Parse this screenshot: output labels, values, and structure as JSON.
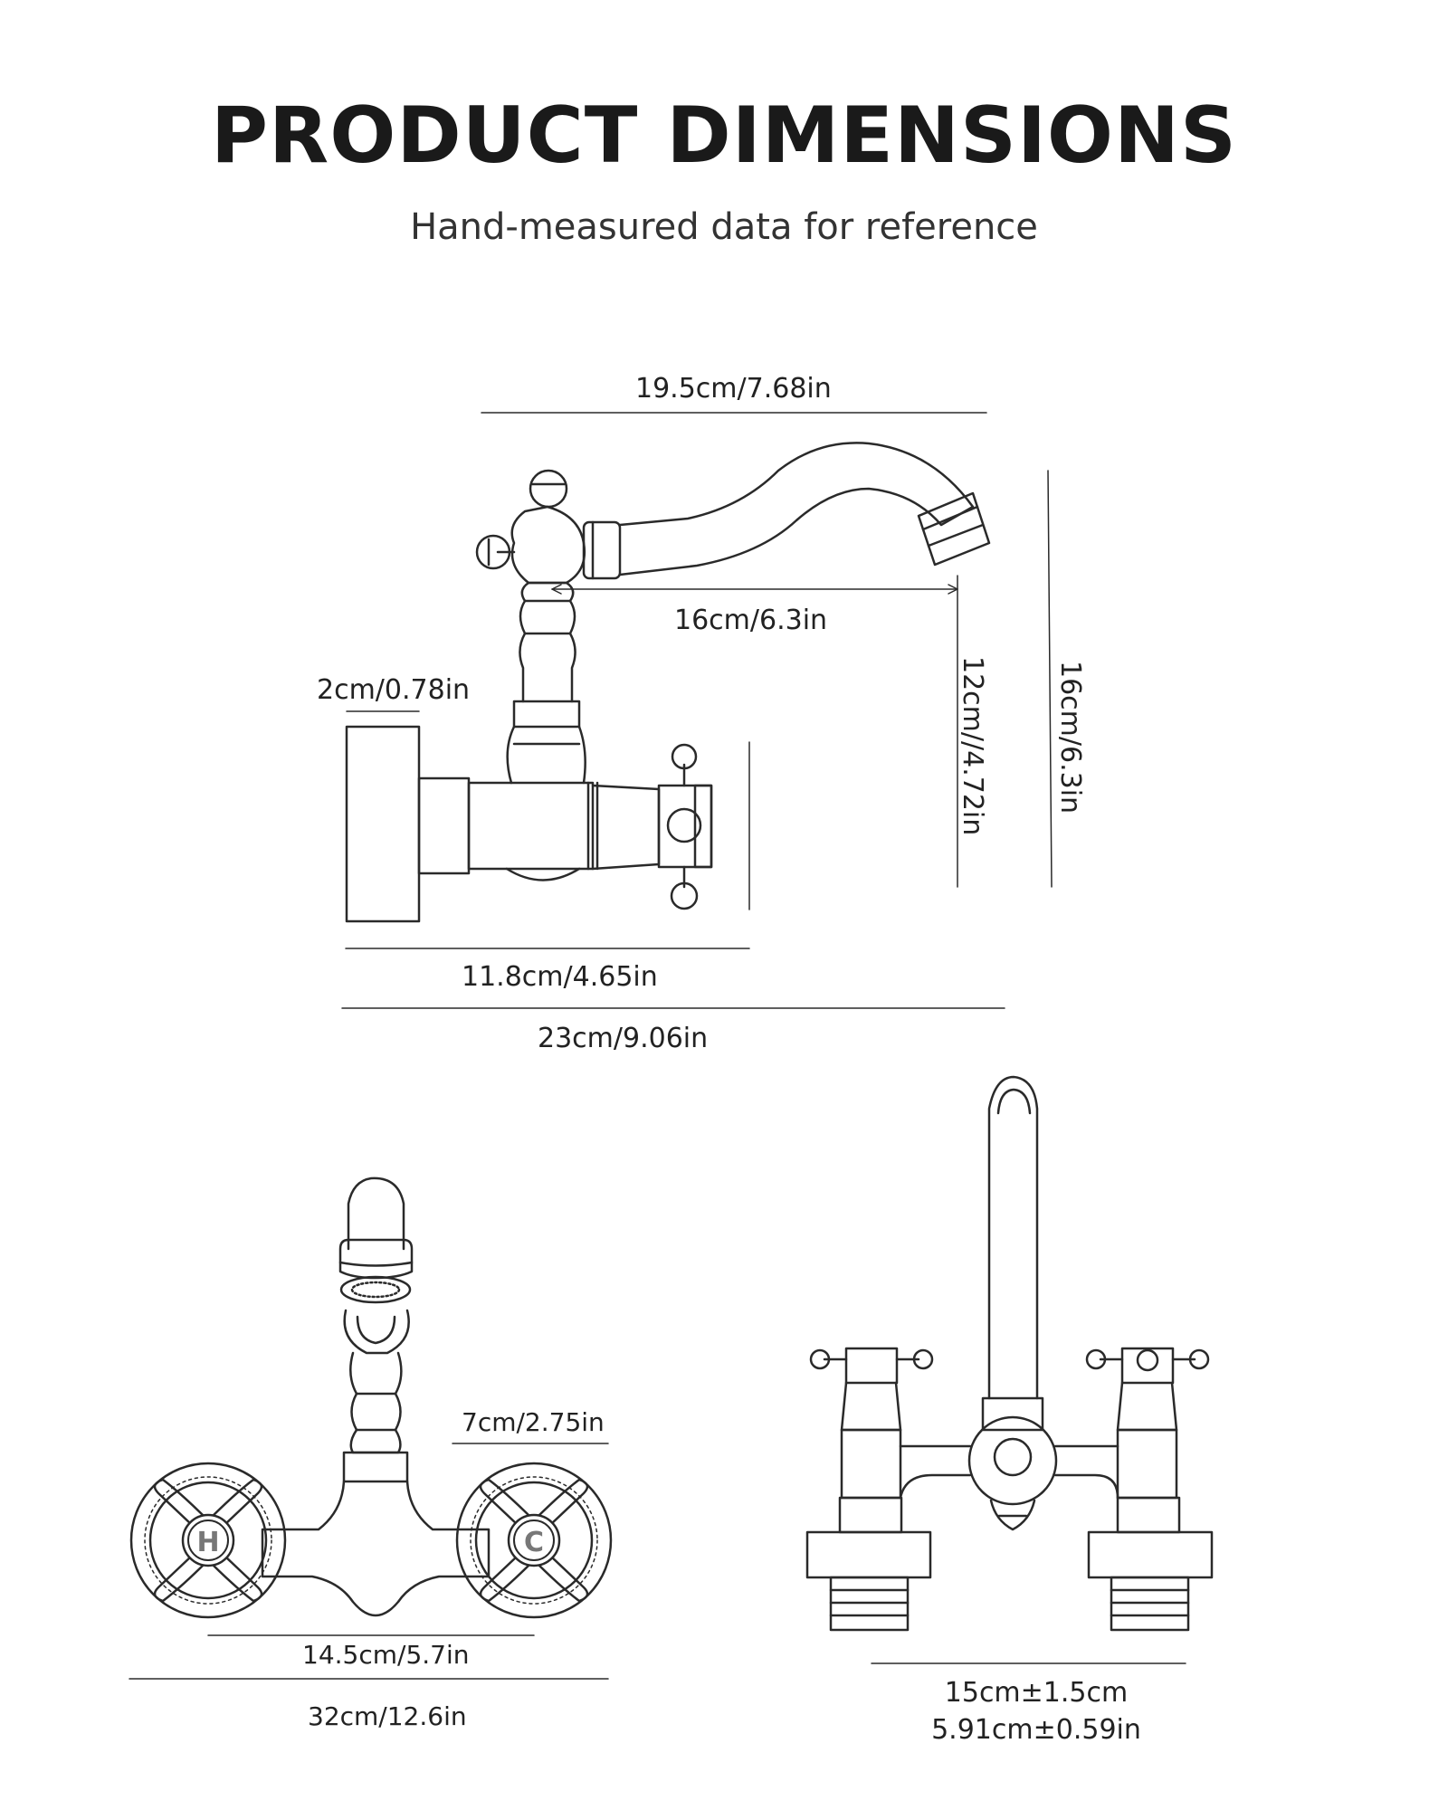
{
  "title": "PRODUCT DIMENSIONS",
  "subtitle": "Hand-measured data for reference",
  "side_view": {
    "spout_reach": "19.5cm/7.68in",
    "spout_projection": "16cm/6.3in",
    "base_thickness": "2cm/0.78in",
    "spout_height": "12cm//4.72in",
    "total_height": "16cm/6.3in",
    "body_length": "11.8cm/4.65in",
    "total_length": "23cm/9.06in"
  },
  "front_view": {
    "handle_diameter": "7cm/2.75in",
    "center_distance": "14.5cm/5.7in",
    "total_width": "32cm/12.6in",
    "handle_labels": [
      "H",
      "C"
    ]
  },
  "rear_view": {
    "center_distance_line1": "15cm±1.5cm",
    "center_distance_line2": "5.91cm±0.59in"
  },
  "colors": {
    "line": "#2a2a2a",
    "text": "#1a1a1a",
    "background": "#ffffff"
  }
}
